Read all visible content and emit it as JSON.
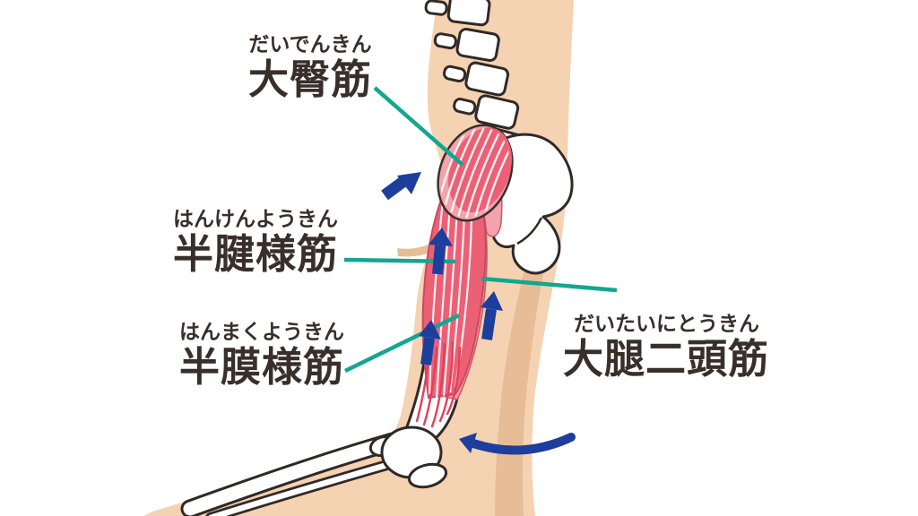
{
  "diagram": {
    "subject": "posterior-thigh-muscles",
    "labels": [
      {
        "id": "gluteus-maximus",
        "furigana": "だいでんきん",
        "kanji": "大臀筋"
      },
      {
        "id": "semitendinosus",
        "furigana": "はんけんようきん",
        "kanji": "半腱様筋"
      },
      {
        "id": "semimembranosus",
        "furigana": "はんまくようきん",
        "kanji": "半膜様筋"
      },
      {
        "id": "biceps-femoris",
        "furigana": "だいたいにとうきん",
        "kanji": "大腿二頭筋"
      }
    ],
    "annotations": {
      "leader_lines": 4,
      "arrow_icons": [
        "up-right-arrow",
        "up-arrow",
        "up-arrow",
        "up-arrow",
        "curved-left-arrow"
      ]
    },
    "colors": {
      "background": "#ffffff",
      "skin": "#f5d2b2",
      "skin_shadow": "#e6bd97",
      "bone_fill": "#ffffff",
      "bone_outline": "#2f2927",
      "muscle_red": "#ec6076",
      "muscle_light_pink": "#f4a2ac",
      "muscle_stripe": "#ffffff",
      "tendon_line": "#e0405c",
      "leader_line": "#12a78e",
      "arrow_blue": "#1c3e9d",
      "label_text": "#382f2b"
    }
  }
}
